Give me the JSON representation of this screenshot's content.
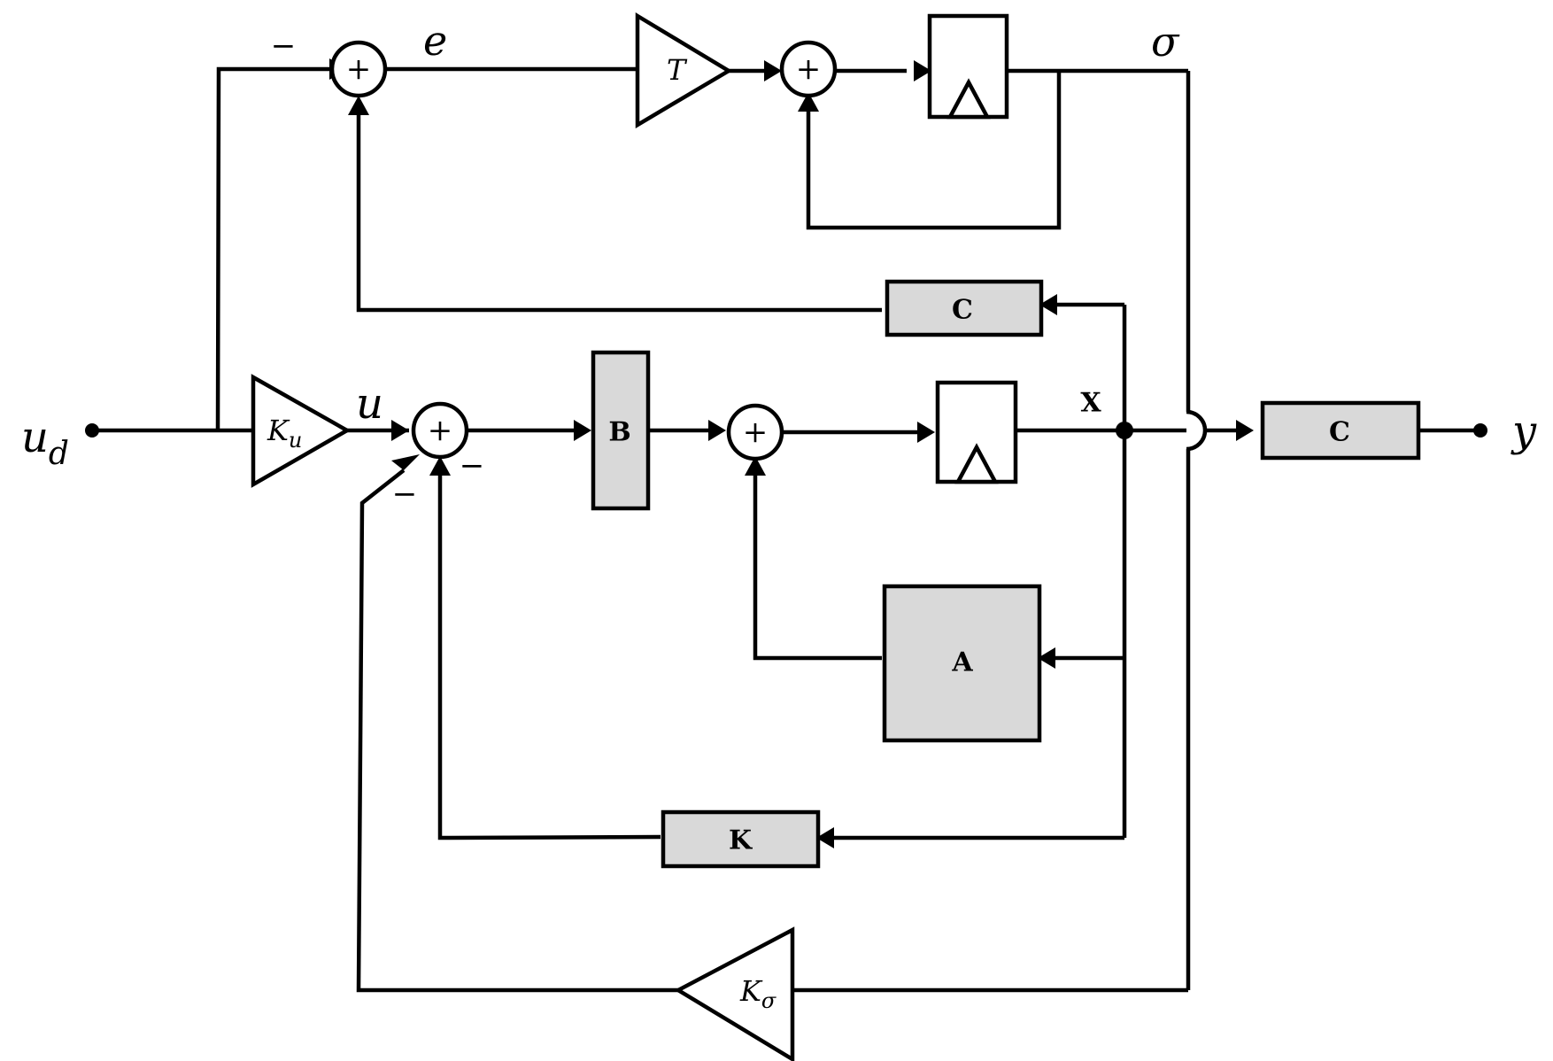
{
  "diagram": {
    "signals": {
      "input": "u",
      "input_sub": "d",
      "output": "y",
      "u": "u",
      "e": "e",
      "sigma": "σ",
      "state": "X"
    },
    "blocks": {
      "gain_ku": "K",
      "gain_ku_sub": "u",
      "gain_t": "T",
      "gain_ksigma": "K",
      "gain_ksigma_sub": "σ",
      "matrix_b": "B",
      "matrix_a": "A",
      "matrix_k": "K",
      "matrix_c_feedback": "C",
      "matrix_c_output": "C"
    },
    "sum_symbol": "+",
    "minus_signs": {
      "top_sum": "−",
      "main_sum_k": "−",
      "main_sum_sigma": "−"
    },
    "colors": {
      "block_fill": "#d9d9d9",
      "line": "#000000"
    }
  }
}
